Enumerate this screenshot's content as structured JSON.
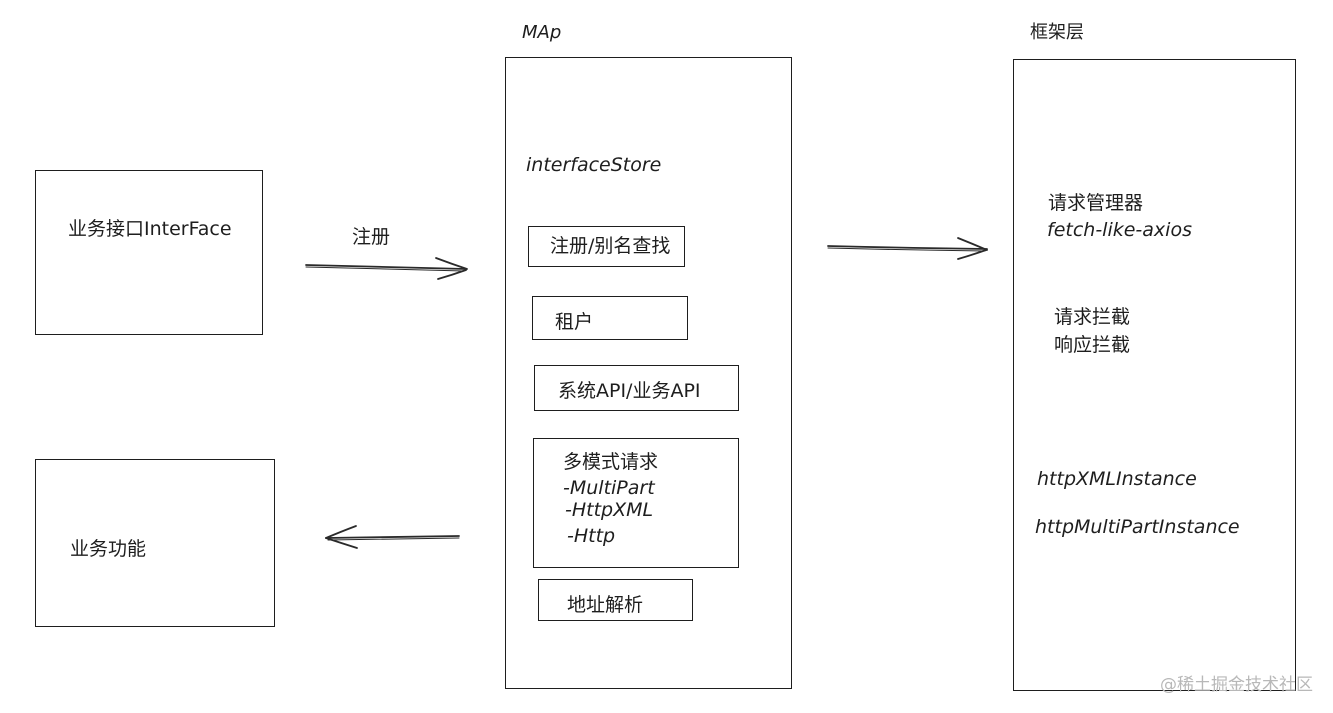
{
  "left": {
    "interface_box": {
      "label": "业务接口InterFace"
    },
    "function_box": {
      "label": "业务功能"
    }
  },
  "arrow_register": {
    "label": "注册"
  },
  "map": {
    "title": "MAp",
    "store_label": "interfaceStore",
    "items": [
      {
        "label": "注册/别名查找"
      },
      {
        "label": "租户"
      },
      {
        "label": "系统API/业务API"
      },
      {
        "label": "多模式请求",
        "subitems": [
          "-MultiPart",
          "-HttpXML",
          "-Http"
        ]
      },
      {
        "label": "地址解析"
      }
    ]
  },
  "framework": {
    "title": "框架层",
    "request_manager": {
      "line1": "请求管理器",
      "line2": "fetch-like-axios"
    },
    "interceptors": {
      "line1": "请求拦截",
      "line2": "响应拦截"
    },
    "instances": [
      "httpXMLInstance",
      "httpMultiPartInstance"
    ]
  },
  "watermark": "@稀土掘金技术社区"
}
